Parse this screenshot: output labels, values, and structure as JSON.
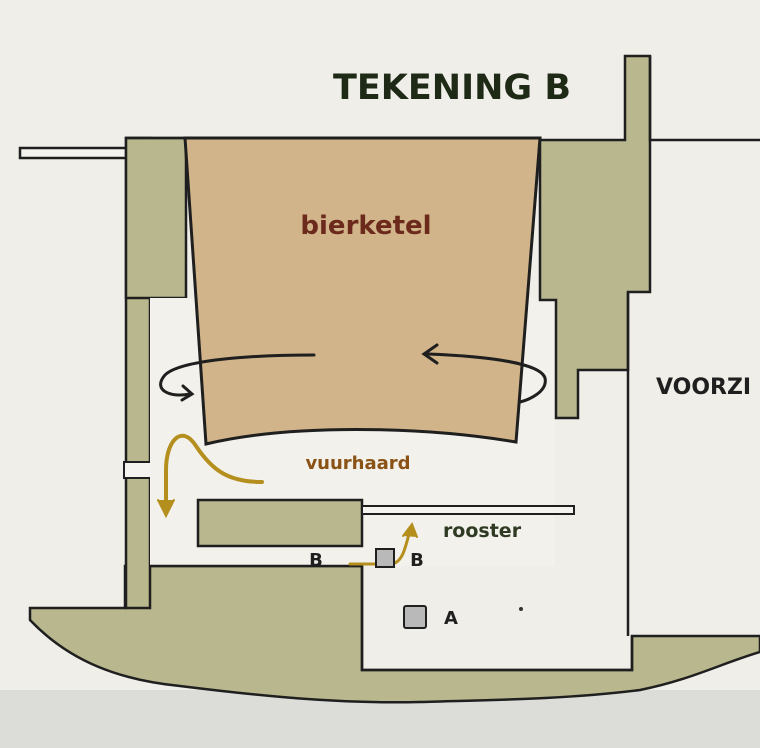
{
  "title": "TEKENING B",
  "labels": {
    "kettle": "bierketel",
    "hearth": "vuurhaard",
    "grate": "rooster",
    "marker_b_left": "B",
    "marker_b_right": "B",
    "marker_a": "A",
    "side": "VOORZI"
  },
  "colors": {
    "wall": "#b9b78d",
    "kettle": "#d1b489",
    "outline": "#1f1f1f",
    "background": "#f0efea",
    "flow_arrow": "#b58f1e",
    "label_kettle": "#6b2a1c",
    "label_hearth": "#8a5214",
    "marker_box": "#b9b9b9"
  },
  "icons": {
    "rotation_left": "curved-arrow-icon",
    "rotation_right": "curved-arrow-icon",
    "flow_down": "flow-arrow-icon",
    "flow_up": "flow-arrow-icon"
  }
}
